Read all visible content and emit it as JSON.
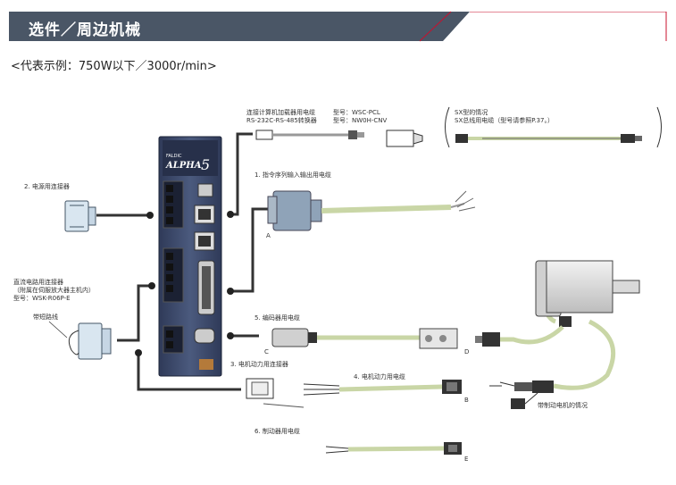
{
  "header": {
    "title": "选件／周边机械",
    "subtitle_en": "Option/Peripheral Equipment"
  },
  "page_subtitle": "<代表示例：750W以下／3000r/min>",
  "servo_amp": {
    "brand_small": "FALDIC",
    "brand": "ALPHA",
    "brand_num": "5"
  },
  "labels": {
    "pc_cable_line1": "连接计算机加载器用电缆",
    "pc_cable_line2": "RS-232C-RS-485转换器",
    "pc_model1": "型号：WSC-PCL",
    "pc_model2": "型号：NW0H-CNV",
    "sx_line1": "SX型的情况",
    "sx_line2": "SX总线用电缆（型号请参照P.37。）",
    "cmd_cable": "1. 指令序列输入输出用电缆",
    "power_conn": "2. 电源用连接器",
    "dc_line1": "直流电路用连接器",
    "dc_line2": "（附属在伺服放大器主机内）",
    "dc_line3": "型号：WSK-R06P-E",
    "short_line": "带短路线",
    "encoder_cable": "5. 编码器用电缆",
    "motor_conn": "3. 电机动力用连接器",
    "motor_cable": "4. 电机动力用电缆",
    "brake_cable": "6. 制动器用电缆",
    "brake_motor": "带制动电机的情况",
    "mark_a": "A",
    "mark_b": "B",
    "mark_c": "C",
    "mark_d": "D",
    "mark_e": "E"
  },
  "colors": {
    "header_bg": "#4a5666",
    "accent_red": "#c8102e",
    "amp_body": "#3d4a6b",
    "cable_green": "#c9d6a6",
    "motor_body": "#e8e8e8"
  }
}
